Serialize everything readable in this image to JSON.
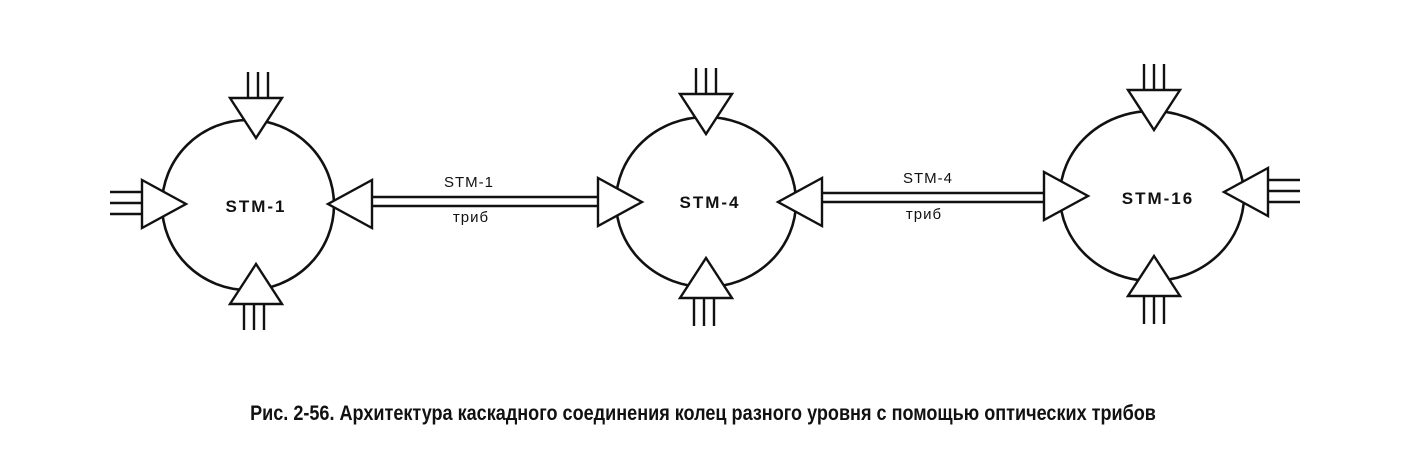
{
  "diagram": {
    "rings": [
      {
        "id": "ring-stm1",
        "label": "STM-1"
      },
      {
        "id": "ring-stm4",
        "label": "STM-4"
      },
      {
        "id": "ring-stm16",
        "label": "STM-16"
      }
    ],
    "links": [
      {
        "id": "link-stm1-stm4",
        "top_label": "STM-1",
        "bottom_label": "триб"
      },
      {
        "id": "link-stm4-stm16",
        "top_label": "STM-4",
        "bottom_label": "триб"
      }
    ]
  },
  "caption": "Рис. 2-56. Архитектура каскадного соединения колец разного уровня с помощью оптических трибов",
  "colors": {
    "ink": "#111111",
    "background": "#ffffff"
  }
}
